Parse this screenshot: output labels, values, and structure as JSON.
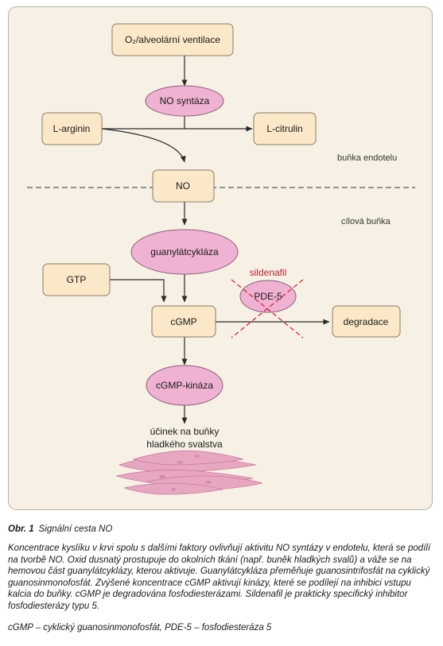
{
  "figure": {
    "nodes": {
      "o2": "O₂/alveolární ventilace",
      "no_synthase": "NO syntáza",
      "l_arginine": "L-arginin",
      "l_citrulline": "L-citrulin",
      "no": "NO",
      "guanylate_cyclase": "guanylátcykláza",
      "gtp": "GTP",
      "cgmp": "cGMP",
      "pde5": "PDE-5",
      "sildenafil": "sildenafil",
      "degradation": "degradace",
      "cgmp_kinase": "cGMP-kináza",
      "effect_line1": "účinek na buňky",
      "effect_line2": "hladkého svalstva"
    },
    "region_labels": {
      "endothelial": "buňka endotelu",
      "target": "cílová buňka"
    }
  },
  "caption": {
    "number": "Obr. 1",
    "title": "Signální cesta NO",
    "body": "Koncentrace kyslíku v krvi spolu s dalšími faktory ovlivňují aktivitu NO syntázy v endotelu, která se podílí na tvorbě NO. Oxid dusnatý prostupuje do okolních tkání (např. buněk hladkých svalů) a váže se na hemovou část guanylátcyklázy, kterou aktivuje. Guanylátcykláza přeměňuje guanosintrifosfát na cyklický guanosinmonofosfát. Zvýšené koncentrace cGMP aktivují kinázy, které se podílejí na inhibici vstupu kalcia do buňky. cGMP je degradována fosfodiesterázami. Sildenafil je prakticky specifický inhibitor fosfodiesterázy typu 5.",
    "abbreviations": "cGMP – cyklický guanosinmonofosfát, PDE-5 – fosfodiesteráza 5"
  },
  "colors": {
    "panel_bg": "#f7f1e5",
    "box_fill": "#fbe8c8",
    "box_stroke": "#8a7a63",
    "enzyme_fill": "#efb2d3",
    "enzyme_stroke": "#8a5f78",
    "inhibition_red": "#d8263b",
    "cell_pink": "#e8a7c0"
  }
}
